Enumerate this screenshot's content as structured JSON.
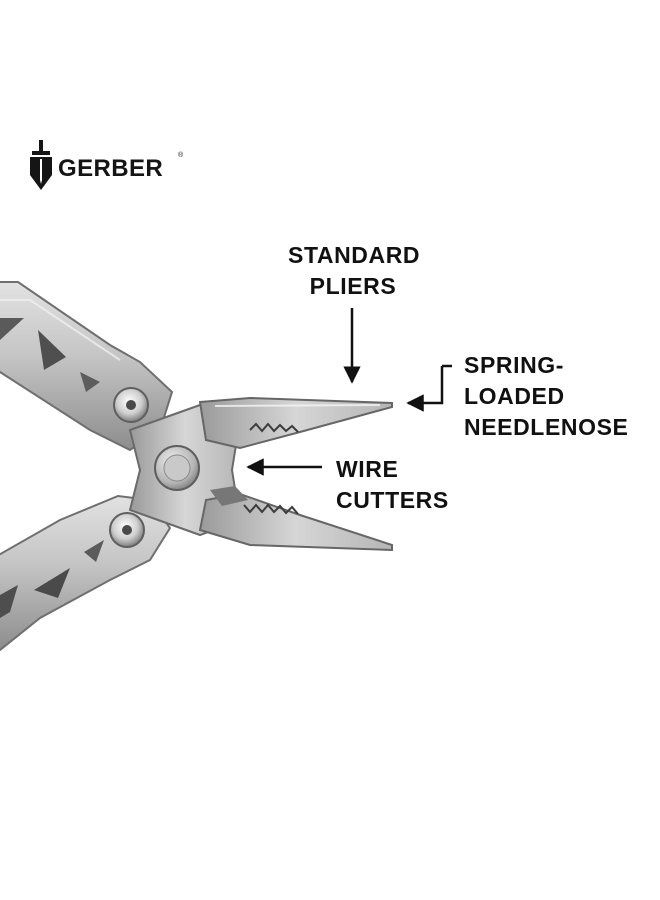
{
  "brand": {
    "name": "GERBER",
    "registered_mark": "®",
    "icon": "gerber-sword-shield-logo",
    "color": "#151515"
  },
  "product": {
    "image": "multitool-pliers-open"
  },
  "callouts": {
    "standard_pliers": {
      "line1": "STANDARD",
      "line2": "PLIERS"
    },
    "spring_loaded": {
      "line1": "SPRING-",
      "line2": "LOADED",
      "line3": "NEEDLENOSE"
    },
    "wire_cutters": {
      "line1": "WIRE",
      "line2": "CUTTERS"
    }
  },
  "colors": {
    "text": "#111111",
    "arrow": "#111111",
    "steel_light": "#d4d4d4",
    "steel_mid": "#a9a9a9",
    "steel_dark": "#6e6e6e"
  }
}
